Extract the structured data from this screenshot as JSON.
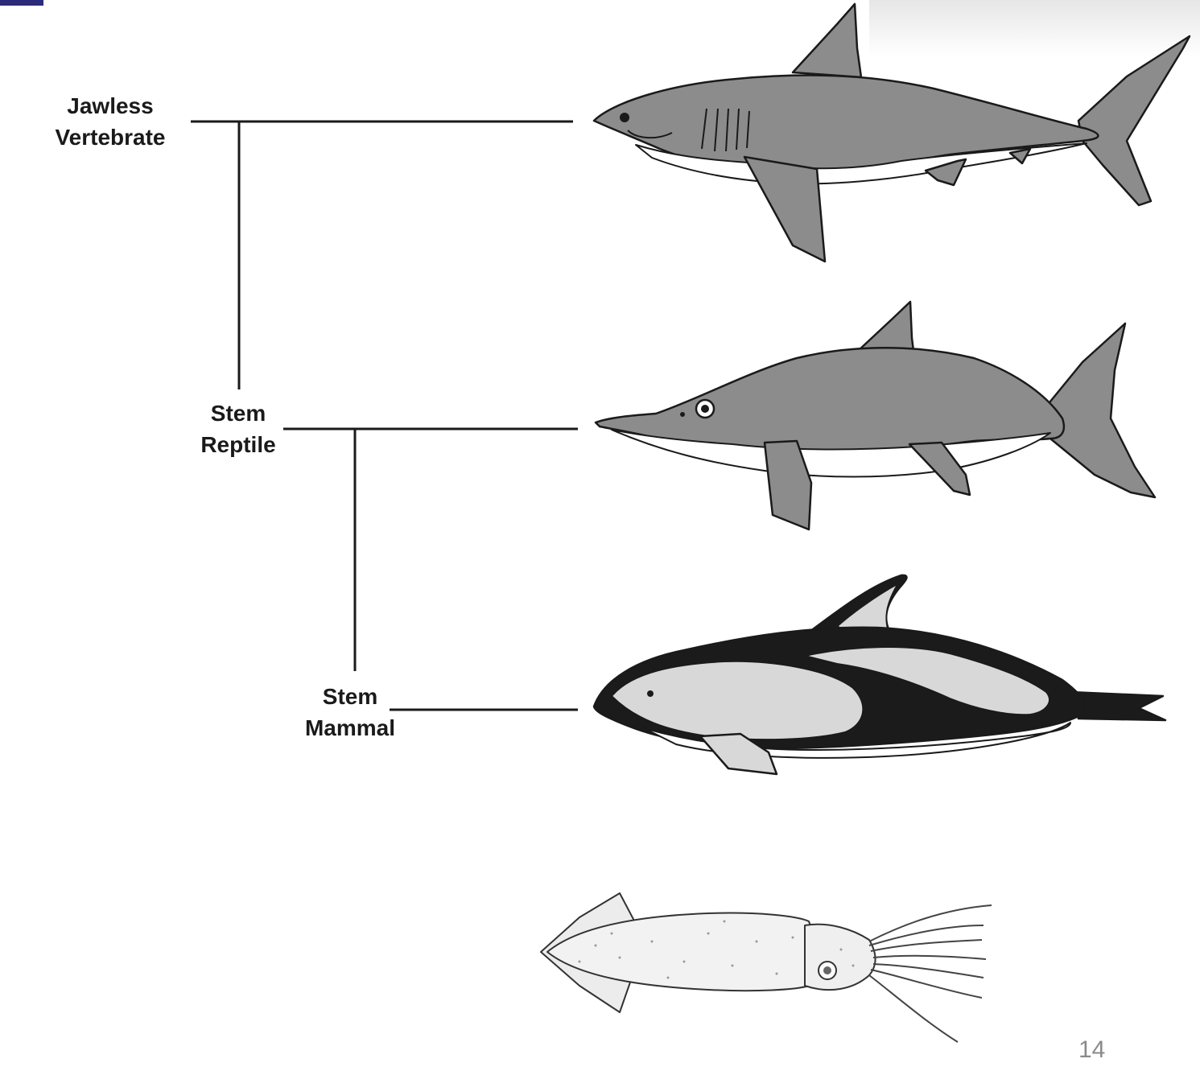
{
  "nodes": {
    "jawless": {
      "line1": "Jawless",
      "line2": "Vertebrate"
    },
    "reptile": {
      "line1": "Stem",
      "line2": "Reptile"
    },
    "mammal": {
      "line1": "Stem",
      "line2": "Mammal"
    }
  },
  "illustrations": [
    "shark",
    "ichthyosaur",
    "dolphin",
    "squid"
  ],
  "page_number": "14",
  "colors": {
    "line": "#1a1a1a",
    "animal_gray": "#8c8c8c",
    "animal_light": "#d8d8d8",
    "animal_dark": "#1b1b1b",
    "accent_tab": "#2b2b7a"
  }
}
